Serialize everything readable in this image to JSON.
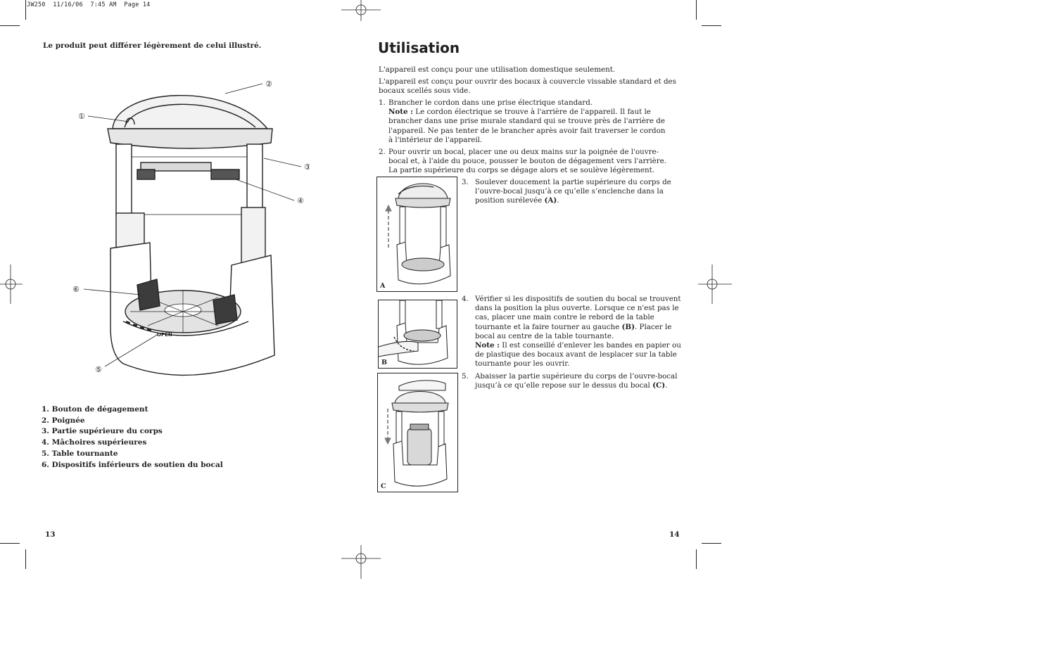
{
  "print_slug": "JW250  11/16/06  7:45 AM  Page 14",
  "left_page": {
    "disclaimer": "Le produit peut différer légèrement de celui illustré.",
    "callouts": [
      "①",
      "②",
      "③",
      "④",
      "⑤",
      "⑥"
    ],
    "appliance_label": "OPEN",
    "parts": [
      "1. Bouton de dégagement",
      "2. Poignée",
      "3. Partie supérieure du corps",
      "4. Mâchoires supérieures",
      "5. Table tournante",
      "6. Dispositifs inférieurs de soutien du bocal"
    ],
    "page_number": "13"
  },
  "right_page": {
    "title": "Utilisation",
    "intro_1": "L'appareil est conçu pour une utilisation domestique seulement.",
    "intro_2": "L'appareil est conçu pour ouvrir des bocaux à couvercle vissable standard et des bocaux scellés sous vide.",
    "steps": [
      {
        "num": "1.",
        "text": "Brancher le cordon dans une prise électrique standard.",
        "note_label": "Note :",
        "note_text": "Le cordon électrique se trouve à l'arrière de l'appareil. Il faut le brancher dans une prise murale standard qui se trouve près de l'arrière de l'appareil. Ne pas tenter de le brancher après avoir fait traverser le cordon à l'intérieur de l'appareil."
      },
      {
        "num": "2.",
        "text": "Pour ouvrir un bocal, placer une ou deux mains sur la poignée de l'ouvre-bocal et, à l'aide du pouce, pousser le bouton de dégagement vers l'arrière. La partie supérieure du corps se dégage alors et se soulève légèrement."
      },
      {
        "num": "3.",
        "text": "Soulever doucement la partie supérieure du corps de l’ouvre-bocal jusqu’à ce qu’elle s’enclenche dans la position surélevée",
        "ref": "(A)",
        "end": "."
      },
      {
        "num": "4.",
        "text": "Vérifier si les dispositifs de soutien du bocal se trouvent dans la position la plus ouverte. Lorsque ce n'est pas le cas, placer une main contre le rebord de la table tournante et la faire tourner au gauche",
        "ref": "(B)",
        "text_after": ". Placer le bocal au centre de la table tournante.",
        "note_label": "Note :",
        "note_text": "Il est conseillé d'enlever les bandes en papier ou de plastique des bocaux avant de lesplacer sur la table tournante pour les ouvrir."
      },
      {
        "num": "5.",
        "text": "Abaisser la partie supérieure du corps de l’ouvre-bocal jusqu’à ce qu’elle repose sur le dessus du bocal",
        "ref": "(C)",
        "end": "."
      }
    ],
    "figures": [
      "A",
      "B",
      "C"
    ],
    "page_number": "14"
  }
}
